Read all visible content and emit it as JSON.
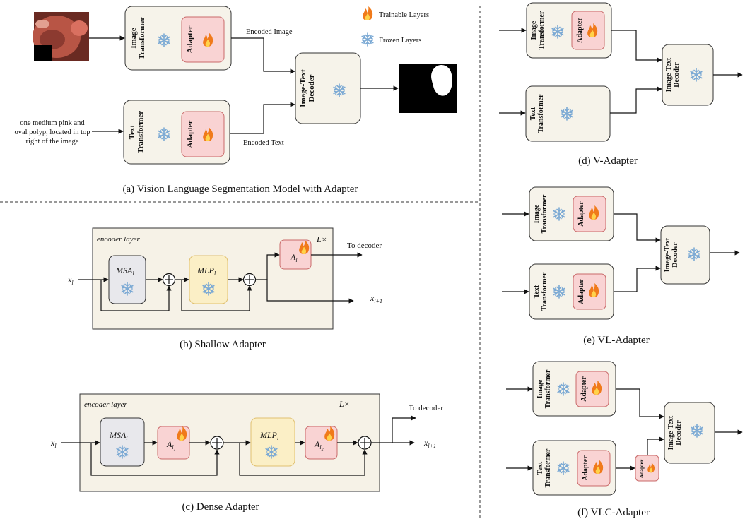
{
  "legend": {
    "trainable": "Trainable Layers",
    "frozen": "Frozen Layers"
  },
  "labels": {
    "image_transformer": "Image Transformer",
    "text_transformer": "Text Transformer",
    "adapter": "Adapter",
    "decoder": "Image-Text Decoder",
    "encoded_image": "Encoded Image",
    "encoded_text": "Encoded Text",
    "prompt": [
      "one medium pink and",
      "oval polyp, located in top",
      "right of the image"
    ],
    "encoder_layer": "encoder layer",
    "repeat": "L×",
    "to_decoder": "To decoder"
  },
  "math": {
    "x_in": "x",
    "x_in_sub": "l",
    "x_out": "x",
    "x_out_sub": "l+1",
    "msa": "MSA",
    "msa_sub": "l",
    "mlp": "MLP",
    "mlp_sub": "l",
    "a": "A",
    "a_sub": "l",
    "a1_sub": "l",
    "a1_subsub": "1",
    "a2_sub": "l",
    "a2_subsub": "2"
  },
  "captions": {
    "a": "(a) Vision Language Segmentation Model with Adapter",
    "b": "(b) Shallow Adapter",
    "c": "(c) Dense Adapter",
    "d": "(d) V-Adapter",
    "e": "(e) VL-Adapter",
    "f": "(f) VLC-Adapter"
  },
  "icons": {
    "trainable": "flame-icon",
    "frozen": "snowflake-icon"
  },
  "colors": {
    "block_fill": "#f6f3ea",
    "adapter_fill": "#f9d3d3",
    "adapter_stroke": "#c96a6a",
    "msa_fill": "#e8e8ec",
    "mlp_fill": "#fbefc6",
    "mlp_stroke": "#e0c070",
    "panel_fill": "#f6f2e7",
    "snow": "#7ba9d4"
  }
}
